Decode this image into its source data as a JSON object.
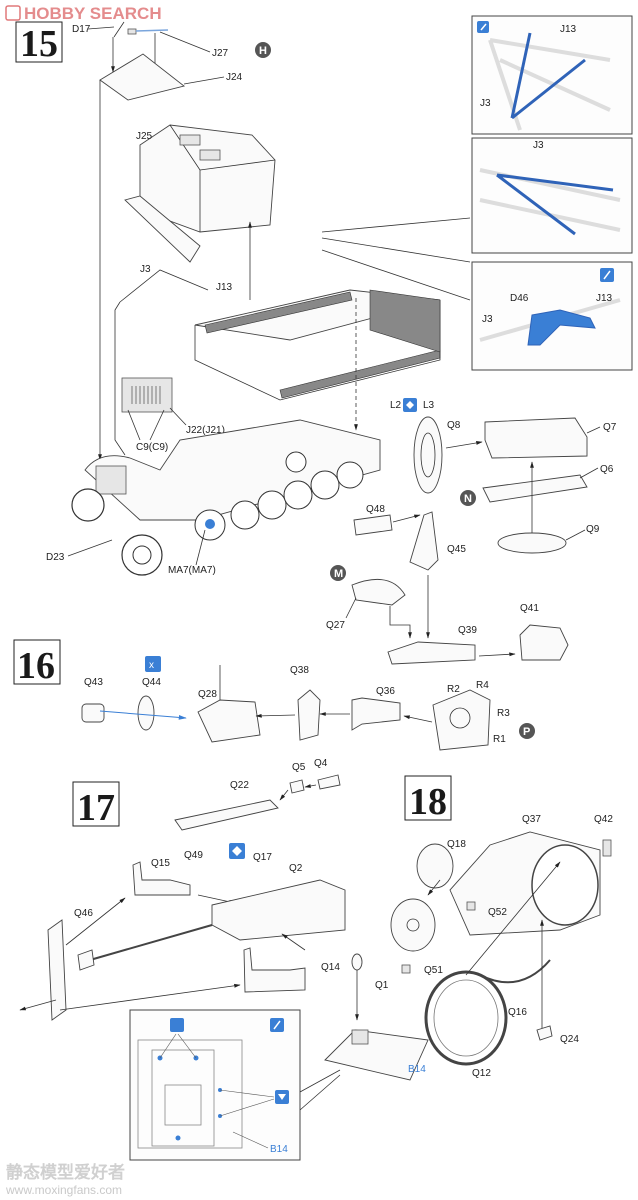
{
  "watermark_top": {
    "text": "HOBBY SEARCH",
    "color": "#e0787a"
  },
  "watermark_bottom": {
    "line1": "静态模型爱好者",
    "line2": "www.moxingfans.com"
  },
  "colors": {
    "accent_blue": "#3a7fd5",
    "line": "#333333",
    "marker": "#555555"
  },
  "steps": [
    {
      "number": "15",
      "marker": "H",
      "labels": {
        "D17": "D17",
        "J27": "J27",
        "J24": "J24",
        "J25": "J25",
        "J3": "J3",
        "J13": "J13",
        "J22": "J22(J21)",
        "C9": "C9(C9)",
        "D23": "D23",
        "MA7": "MA7(MA7)",
        "L2": "L2",
        "L3": "L3"
      },
      "detail_insets": [
        {
          "icon": "paint-icon",
          "labels": [
            "J13",
            "J3"
          ]
        },
        {
          "icon": "",
          "labels": [
            "J3"
          ]
        },
        {
          "icon": "paint-icon",
          "labels": [
            "D46",
            "J13",
            "J3"
          ]
        }
      ]
    },
    {
      "number": "16",
      "markers": [
        "N",
        "M",
        "P"
      ],
      "labels": {
        "Q8": "Q8",
        "Q7": "Q7",
        "Q6": "Q6",
        "Q9": "Q9",
        "Q48": "Q48",
        "Q45": "Q45",
        "Q27": "Q27",
        "Q39": "Q39",
        "Q41": "Q41",
        "Q43": "Q43",
        "Q44": "Q44",
        "Q28": "Q28",
        "Q38": "Q38",
        "Q36": "Q36",
        "R2": "R2",
        "R4": "R4",
        "R3": "R3",
        "R1": "R1"
      }
    },
    {
      "number": "17",
      "labels": {
        "Q5": "Q5",
        "Q4": "Q4",
        "Q22": "Q22",
        "Q49": "Q49",
        "Q17": "Q17",
        "Q15": "Q15",
        "Q2": "Q2",
        "Q46": "Q46",
        "Q14": "Q14",
        "B14": "B14"
      },
      "inset": {
        "icons": [
          "grip-icon",
          "paint-icon",
          "drill-icon"
        ],
        "label": "B14"
      }
    },
    {
      "number": "18",
      "labels": {
        "Q37": "Q37",
        "Q42": "Q42",
        "Q18": "Q18",
        "Q52": "Q52",
        "Q51": "Q51",
        "Q1": "Q1",
        "Q16": "Q16",
        "Q12": "Q12",
        "Q24": "Q24"
      }
    }
  ]
}
